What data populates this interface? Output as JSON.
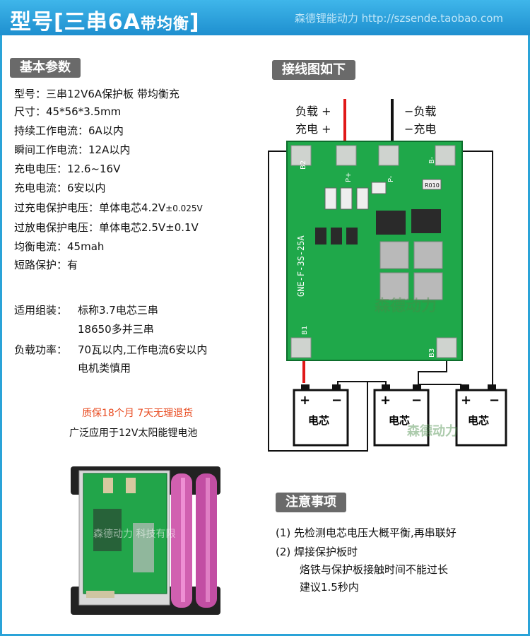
{
  "header": {
    "title_main": "型号[三串6A",
    "title_small": "带均衡",
    "title_end": "]",
    "shop": "森德锂能动力 http://szsende.taobao.com"
  },
  "sections": {
    "basic_params": "基本参数",
    "wiring": "接线图如下",
    "notes": "注意事项"
  },
  "specs": [
    {
      "label": "型号：",
      "value": "三串12V6A保护板 带均衡充"
    },
    {
      "label": "尺寸：",
      "value": "45*56*3.5mm"
    },
    {
      "label": "持续工作电流：",
      "value": "6A以内"
    },
    {
      "label": "瞬间工作电流：",
      "value": "12A以内"
    },
    {
      "label": "充电电压：",
      "value": "12.6~16V"
    },
    {
      "label": "充电电流：",
      "value": "6安以内"
    },
    {
      "label": "过充电保护电压：",
      "value": "单体电芯4.2V",
      "suffix": "±0.025V"
    },
    {
      "label": "过放电保护电压：",
      "value": "单体电芯2.5V±0.1V"
    },
    {
      "label": "均衡电流：",
      "value": "45mah"
    },
    {
      "label": "短路保护：",
      "value": "有"
    }
  ],
  "assembly": {
    "label": "适用组装：",
    "line1": "标称3.7电芯三串",
    "line2": "18650多并三串"
  },
  "load": {
    "label": "负载功率：",
    "line1": "70瓦以内,工作电流6安以内",
    "line2": "电机类慎用"
  },
  "promo": {
    "warranty": "质保18个月  7天无理退货",
    "application": "广泛应用于12V太阳能锂电池"
  },
  "wiring": {
    "pos_load": "负载 +",
    "pos_charge": "充电 +",
    "neg_load": "−负载",
    "neg_charge": "−充电",
    "board_model": "GNE-F-3S-25A",
    "pad_b2": "B2",
    "pad_b1": "B1",
    "pad_bminus": "B-",
    "pad_b3": "B3",
    "pad_pplus": "P+",
    "pad_pminus": "P-",
    "res_label": "R010",
    "cell_label": "电芯",
    "cell_plus": "+",
    "cell_minus": "−"
  },
  "notes": [
    "(1) 先检测电芯电压大概平衡,再串联好",
    "(2) 焊接保护板时",
    "烙铁与保护板接触时间不能过长",
    "建议1.5秒内"
  ],
  "watermarks": {
    "diagram": "森德动力",
    "cells": "森德动力",
    "photo": "森德动力 科技有限"
  },
  "colors": {
    "header_blue": "#2aa3d8",
    "pcb_green": "#1fa84a",
    "promo_orange": "#e8491e",
    "wire_red": "#e01818",
    "tag_gray": "#6a6a6a"
  }
}
